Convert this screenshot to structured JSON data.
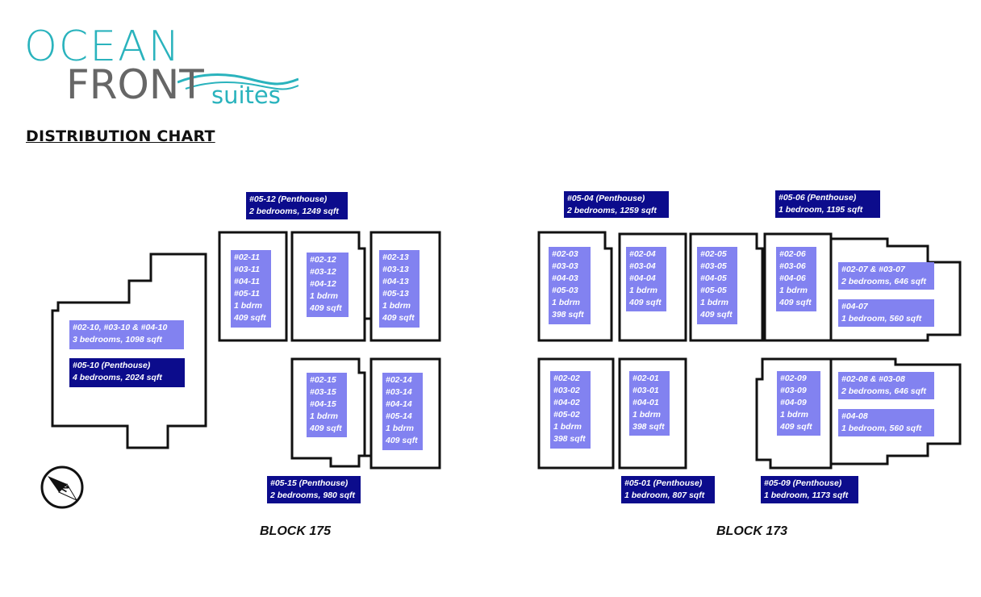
{
  "logo": {
    "line1": "OCEAN",
    "line2": "FRONT",
    "line3": "suites"
  },
  "heading": "DISTRIBUTION CHART",
  "blocks": [
    {
      "name": "BLOCK 175"
    },
    {
      "name": "BLOCK 173"
    }
  ],
  "units": {
    "u175_10": "#02-10, #03-10 & #04-10\n3 bedrooms, 1098 sqft",
    "u175_ph10": "#05-10 (Penthouse)\n4 bedrooms, 2024 sqft",
    "u175_ph12": "#05-12 (Penthouse)\n2 bedrooms, 1249 sqft",
    "u175_11": "#02-11\n#03-11\n#04-11\n#05-11\n1 bdrm\n409 sqft",
    "u175_12": "#02-12\n#03-12\n#04-12\n1 bdrm\n409 sqft",
    "u175_13": "#02-13\n#03-13\n#04-13\n#05-13\n1 bdrm\n409 sqft",
    "u175_15": "#02-15\n#03-15\n#04-15\n1 bdrm\n409 sqft",
    "u175_14": "#02-14\n#03-14\n#04-14\n#05-14\n1 bdrm\n409 sqft",
    "u175_ph15": "#05-15 (Penthouse)\n2 bedrooms, 980 sqft",
    "u173_ph04": "#05-04 (Penthouse)\n2 bedrooms, 1259 sqft",
    "u173_ph06": "#05-06 (Penthouse)\n1 bedroom, 1195 sqft",
    "u173_03": "#02-03\n#03-03\n#04-03\n#05-03\n1 bdrm\n398 sqft",
    "u173_04": "#02-04\n#03-04\n#04-04\n1 bdrm\n409 sqft",
    "u173_05": "#02-05\n#03-05\n#04-05\n#05-05\n1 bdrm\n409 sqft",
    "u173_06": "#02-06\n#03-06\n#04-06\n1 bdrm\n409 sqft",
    "u173_07": "#02-07 & #03-07\n2 bedrooms, 646 sqft",
    "u173_0407": "#04-07\n1 bedroom, 560 sqft",
    "u173_02": "#02-02\n#03-02\n#04-02\n#05-02\n1 bdrm\n398 sqft",
    "u173_01": "#02-01\n#03-01\n#04-01\n1 bdrm\n398 sqft",
    "u173_09": "#02-09\n#03-09\n#04-09\n1 bdrm\n409 sqft",
    "u173_08": "#02-08 & #03-08\n2 bedrooms, 646 sqft",
    "u173_0408": "#04-08\n1 bedroom, 560 sqft",
    "u173_ph01": "#05-01 (Penthouse)\n1 bedroom, 807 sqft",
    "u173_ph09": "#05-09 (Penthouse)\n1 bedroom, 1173 sqft"
  },
  "colors": {
    "light_label": "#8282f0",
    "dark_label": "#0c0c8c",
    "logo_teal": "#2ab3bd",
    "logo_grey": "#666666"
  },
  "compass": {
    "icon": "north-compass-icon",
    "letter": "N"
  }
}
